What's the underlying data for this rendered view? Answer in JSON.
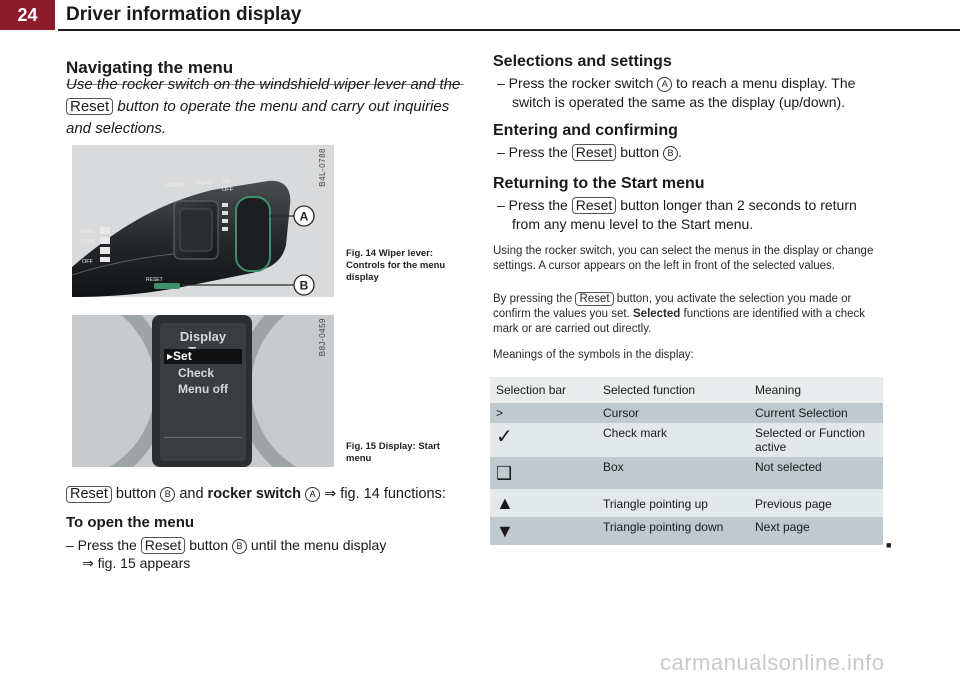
{
  "header": {
    "page_number": "24",
    "title": "Driver information display"
  },
  "left": {
    "heading": "Navigating the menu",
    "intro_1": "Use the rocker switch on the windshield wiper lever and the",
    "intro_reset": "Reset",
    "intro_2": "button to operate the menu and carry out inquiries and selections.",
    "fig14": {
      "id": "B4L-0788",
      "caption": "Fig. 14 Wiper lever: Controls for the menu display",
      "label_a": "A",
      "label_b": "B",
      "lever_labels": [
        "FRONT",
        "REAR",
        "ON",
        "OFF",
        "HIGH",
        "LOW",
        "RESET"
      ]
    },
    "fig15": {
      "id": "B8J-0459",
      "caption": "Fig. 15 Display: Start menu",
      "screen_title": "Display Type",
      "items": [
        "Set",
        "Check",
        "Menu off"
      ]
    },
    "functions_reset": "Reset",
    "functions_1": "button",
    "functions_b": "B",
    "functions_2": "and",
    "functions_bold": "rocker switch",
    "functions_a": "A",
    "functions_3": "⇒ fig. 14 functions:",
    "open_heading": "To open the menu",
    "open_1": "– Press the",
    "open_reset": "Reset",
    "open_2": "button",
    "open_b": "B",
    "open_3": "until the menu display",
    "open_4": "⇒ fig. 15 appears"
  },
  "right": {
    "sel_heading": "Selections and settings",
    "sel_1": "– Press the rocker switch",
    "sel_a": "A",
    "sel_2": "to reach a menu display. The",
    "sel_3": "switch is operated the same as the display (up/down).",
    "enter_heading": "Entering and confirming",
    "enter_1": "– Press the",
    "enter_reset": "Reset",
    "enter_2": "button",
    "enter_b": "B",
    "enter_3": ".",
    "return_heading": "Returning to the Start menu",
    "return_1": "– Press the",
    "return_reset": "Reset",
    "return_2": "button longer than 2 seconds to return",
    "return_3": "from any menu level to the Start menu.",
    "para1": "Using the rocker switch, you can select the menus in the display or change settings. A cursor appears on the left in front of the selected values.",
    "para2_1": "By pressing the",
    "para2_reset": "Reset",
    "para2_2": "button, you activate the selection you made or confirm the values you set.",
    "para2_bold": "Selected",
    "para2_3": "functions are identified with a check mark or are carried out directly.",
    "para3": "Meanings of the symbols in the display:",
    "table": {
      "headers": [
        "Selection bar",
        "Selected function",
        "Meaning"
      ],
      "rows": [
        {
          "symbol": ">",
          "function": "Cursor",
          "meaning": "Current Selection"
        },
        {
          "symbol": "✓",
          "function": "Check mark",
          "meaning": "Selected or Function active"
        },
        {
          "symbol": "❑",
          "function": "Box",
          "meaning": "Not selected"
        },
        {
          "symbol": "▲",
          "function": "Triangle pointing up",
          "meaning": "Previous page"
        },
        {
          "symbol": "▼",
          "function": "Triangle pointing down",
          "meaning": "Next page"
        }
      ]
    },
    "end_mark": "■"
  },
  "watermark": "carmanualsonline.info"
}
